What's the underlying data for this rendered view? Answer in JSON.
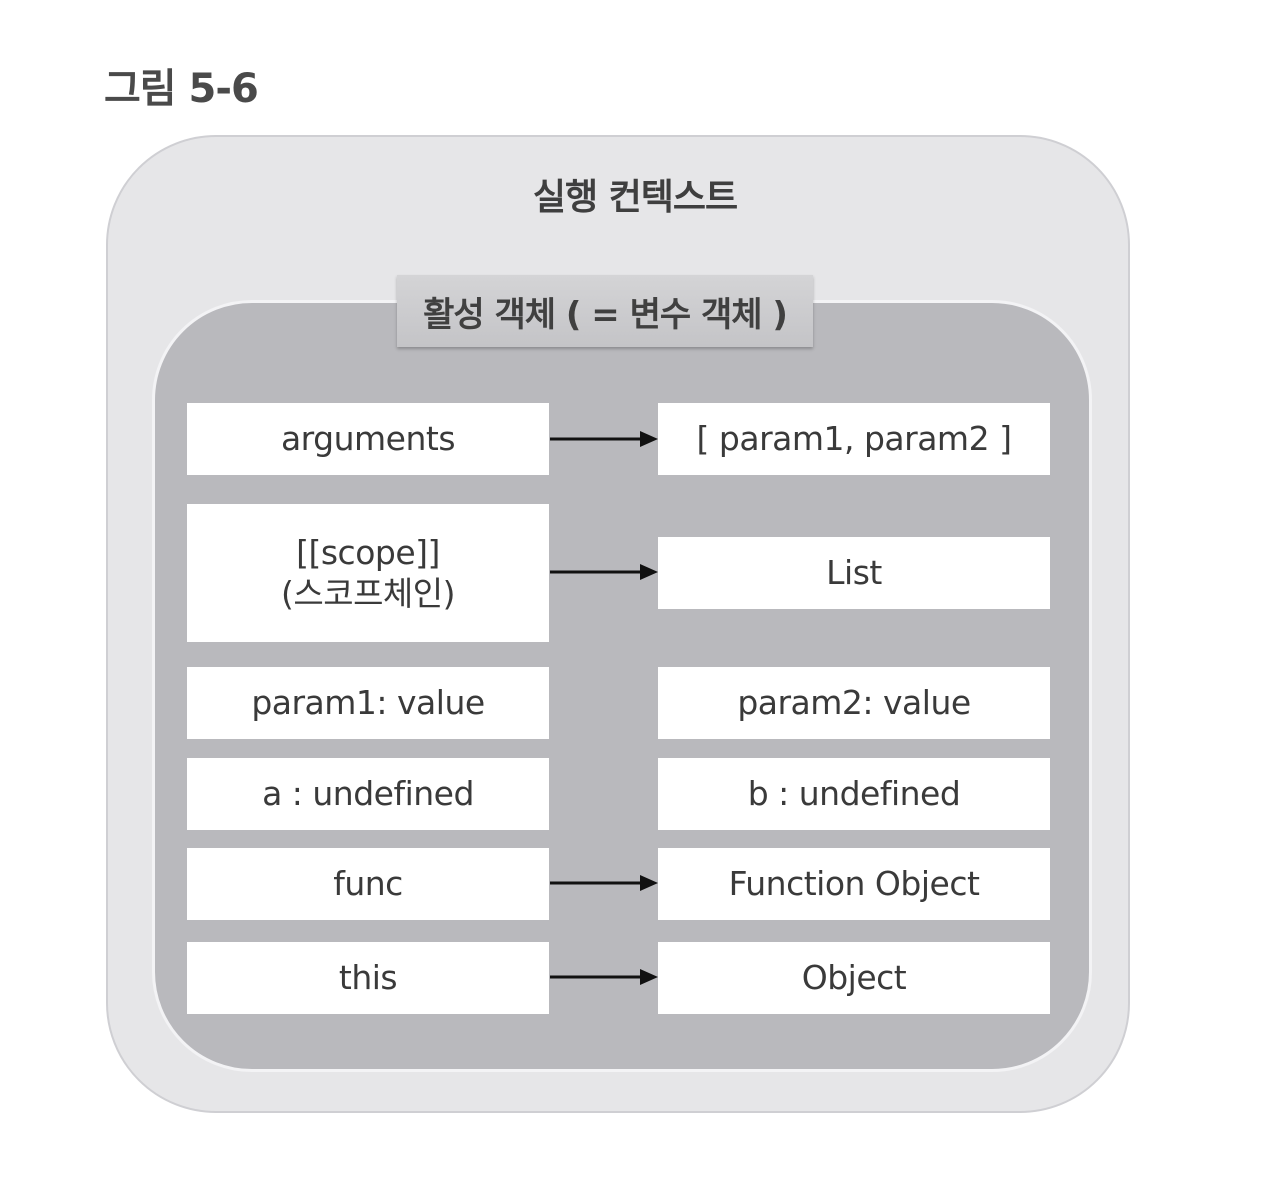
{
  "figure_label": "그림 5-6",
  "outer_title": "실행 컨텍스트",
  "inner_title": "활성 객체 ( = 변수 객체 )",
  "rows": {
    "arguments": {
      "left": "arguments",
      "right": "[ param1, param2 ]"
    },
    "scope": {
      "left_line1": "[[scope]]",
      "left_line2": "(스코프체인)",
      "right": "List"
    },
    "params": {
      "left": "param1: value",
      "right": "param2: value"
    },
    "vars": {
      "left": "a : undefined",
      "right": "b : undefined"
    },
    "func": {
      "left": "func",
      "right": "Function Object"
    },
    "this": {
      "left": "this",
      "right": "Object"
    }
  },
  "colors": {
    "outer_fill": "#e6e6e8",
    "inner_fill": "#b9b9bd",
    "box_fill": "#ffffff",
    "arrow": "#111111"
  }
}
